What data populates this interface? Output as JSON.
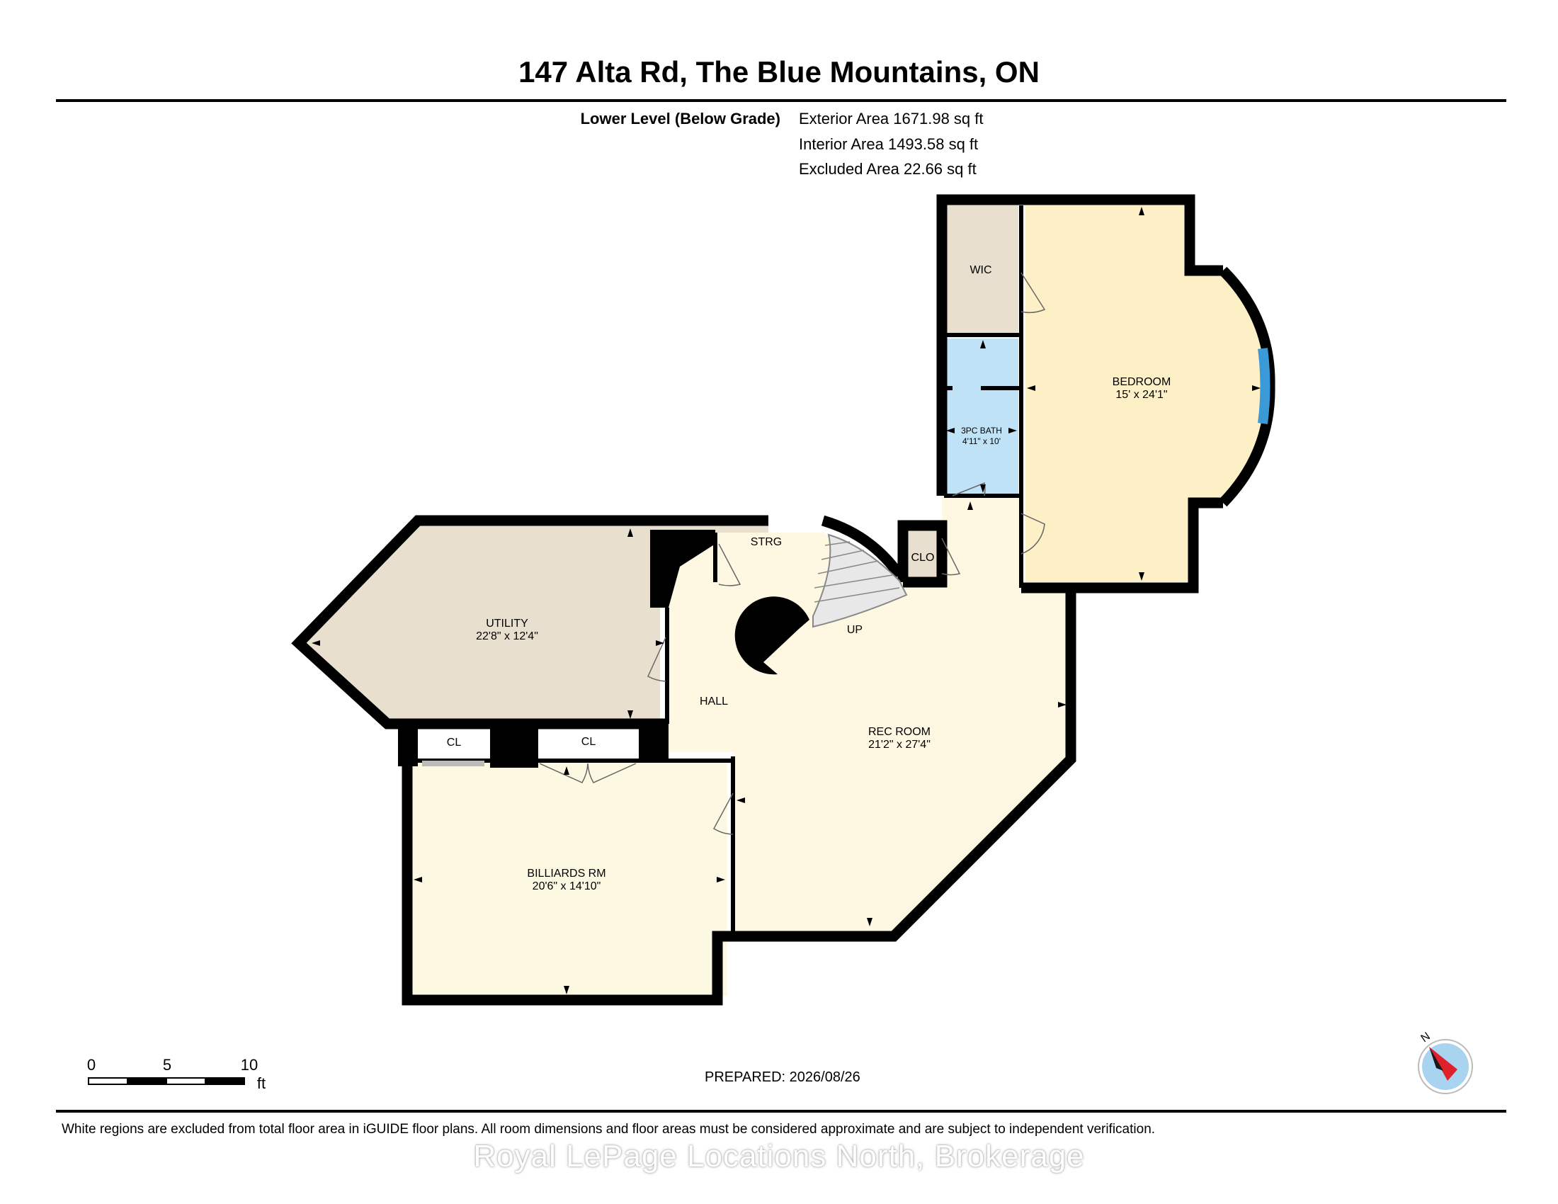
{
  "title": "147 Alta Rd, The Blue Mountains, ON",
  "level": {
    "name": "Lower Level (Below Grade)",
    "exterior_area": "Exterior Area 1671.98 sq ft",
    "interior_area": "Interior Area 1493.58 sq ft",
    "excluded_area": "Excluded Area 22.66 sq ft"
  },
  "rooms": {
    "wic": {
      "name": "WIC"
    },
    "bedroom": {
      "name": "BEDROOM",
      "dims": "15' x 24'1\""
    },
    "bath": {
      "name": "3PC BATH",
      "dims": "4'11\" x 10'"
    },
    "strg": {
      "name": "STRG"
    },
    "clo": {
      "name": "CLO"
    },
    "up": {
      "name": "UP"
    },
    "utility": {
      "name": "UTILITY",
      "dims": "22'8\" x 12'4\""
    },
    "hall": {
      "name": "HALL"
    },
    "rec_room": {
      "name": "REC ROOM",
      "dims": "21'2\" x 27'4\""
    },
    "cl_left": {
      "name": "CL"
    },
    "cl_right": {
      "name": "CL"
    },
    "billiards": {
      "name": "BILLIARDS RM",
      "dims": "20'6\" x 14'10\""
    }
  },
  "scale": {
    "ticks": [
      "0",
      "5",
      "10"
    ],
    "unit": "ft"
  },
  "compass": {
    "label": "N",
    "needle_color": "#e0202a",
    "dial_color": "#a8d4f0"
  },
  "prepared": "PREPARED: 2026/08/26",
  "disclaimer": "White regions are excluded from total floor area in iGUIDE floor plans. All room dimensions and floor areas must be considered approximate and are subject to independent verification.",
  "watermark": "Royal LePage Locations North, Brokerage",
  "colors": {
    "wall": "#000000",
    "utility_fill": "#e8dfcf",
    "bedroom_fill": "#fdf0c6",
    "bath_fill": "#bfe2f7",
    "rec_fill": "#fef8e2",
    "billiards_fill": "#fdf8e2",
    "window": "#3a9ad8"
  }
}
